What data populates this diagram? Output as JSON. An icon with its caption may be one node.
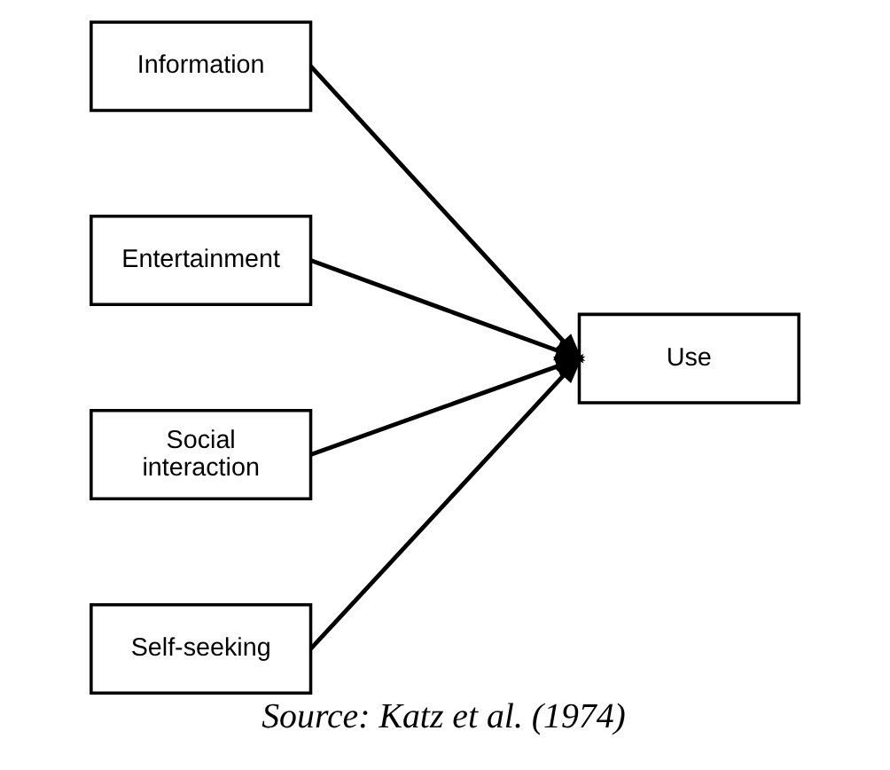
{
  "diagram": {
    "caption": "Source: Katz et al. (1974)",
    "nodes": [
      {
        "text": [
          "Information"
        ]
      },
      {
        "text": [
          "Entertainment"
        ]
      },
      {
        "text": [
          "Social interaction"
        ]
      },
      {
        "text": [
          "Self-seeking"
        ]
      },
      {
        "text": [
          "Use"
        ]
      }
    ],
    "edges": [
      {
        "from": 0,
        "to": 4,
        "arrow": "to"
      },
      {
        "from": 1,
        "to": 4,
        "arrow": "to"
      },
      {
        "from": 2,
        "to": 4,
        "arrow": "to"
      },
      {
        "from": 3,
        "to": 4,
        "arrow": "to"
      }
    ]
  }
}
